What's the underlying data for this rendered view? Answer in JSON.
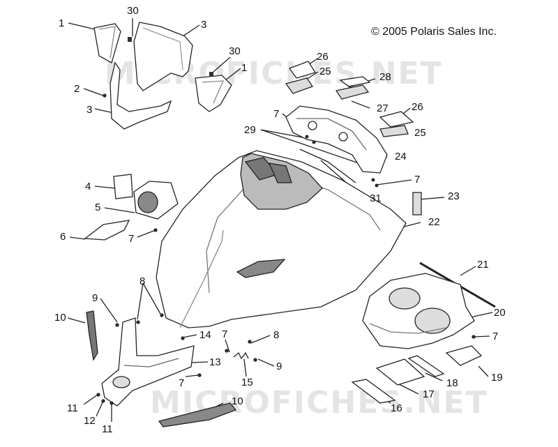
{
  "copyright": "© 2005 Polaris Sales Inc.",
  "watermark": "MICROFICHES.NET",
  "callouts": [
    "1",
    "30",
    "3",
    "30",
    "1",
    "2",
    "3",
    "26",
    "25",
    "28",
    "27",
    "26",
    "25",
    "7",
    "29",
    "24",
    "7",
    "31",
    "23",
    "4",
    "5",
    "22",
    "6",
    "7",
    "21",
    "8",
    "9",
    "10",
    "20",
    "14",
    "7",
    "8",
    "7",
    "13",
    "9",
    "15",
    "19",
    "18",
    "7",
    "17",
    "11",
    "10",
    "12",
    "11",
    "16"
  ],
  "colors": {
    "line": "#222222",
    "part_fill": "#ffffff",
    "shade": "#9a9a9a",
    "watermark": "#cfcfcf"
  }
}
